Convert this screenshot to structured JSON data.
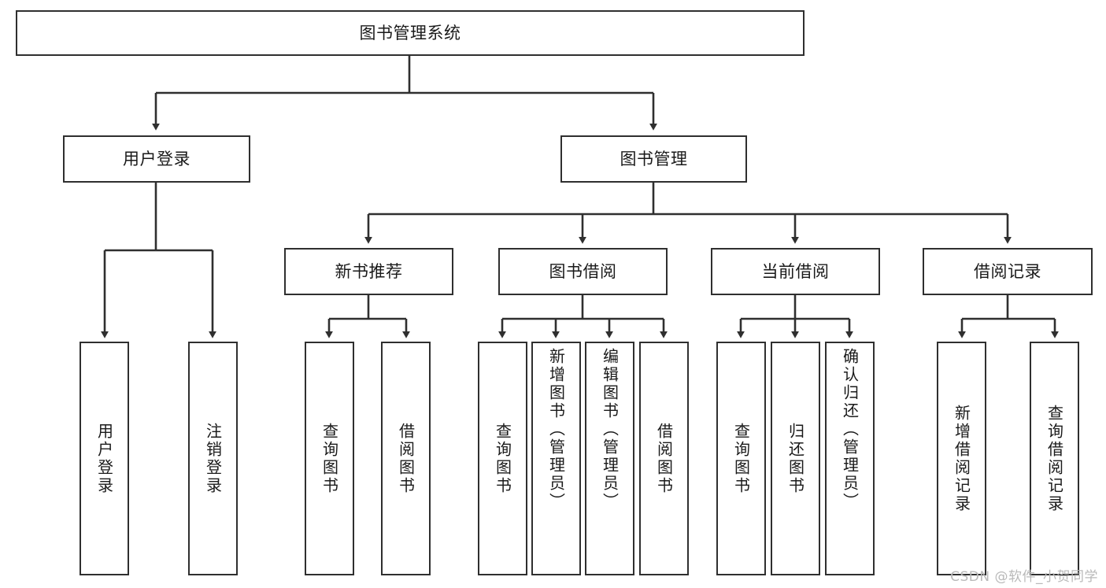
{
  "diagram": {
    "title": "图书管理系统",
    "type": "hierarchy-tree",
    "stroke_color": "#2f2f2f",
    "fill_color": "#ffffff",
    "text_color": "#1a1a1a",
    "watermark": "CSDN @软件_小贺同学",
    "nodes": {
      "root": {
        "label": "图书管理系统"
      },
      "level2": [
        {
          "id": "user-login",
          "label": "用户登录"
        },
        {
          "id": "book-management",
          "label": "图书管理"
        }
      ],
      "level3": [
        {
          "id": "new-book-recommend",
          "label": "新书推荐"
        },
        {
          "id": "book-borrow",
          "label": "图书借阅"
        },
        {
          "id": "current-borrow",
          "label": "当前借阅"
        },
        {
          "id": "borrow-record",
          "label": "借阅记录"
        }
      ],
      "leaves": [
        {
          "id": "leaf-user-login",
          "label": "用户登录"
        },
        {
          "id": "leaf-logout",
          "label": "注销登录"
        },
        {
          "id": "leaf-query-book-1",
          "label": "查询图书"
        },
        {
          "id": "leaf-borrow-book-1",
          "label": "借阅图书"
        },
        {
          "id": "leaf-query-book-2",
          "label": "查询图书"
        },
        {
          "id": "leaf-add-book",
          "label": "新增图书（管理员）"
        },
        {
          "id": "leaf-edit-book",
          "label": "编辑图书（管理员）"
        },
        {
          "id": "leaf-borrow-book-2",
          "label": "借阅图书"
        },
        {
          "id": "leaf-query-book-3",
          "label": "查询图书"
        },
        {
          "id": "leaf-return-book",
          "label": "归还图书"
        },
        {
          "id": "leaf-confirm-return",
          "label": "确认归还（管理员）"
        },
        {
          "id": "leaf-add-record",
          "label": "新增借阅记录"
        },
        {
          "id": "leaf-query-record",
          "label": "查询借阅记录"
        }
      ]
    }
  }
}
